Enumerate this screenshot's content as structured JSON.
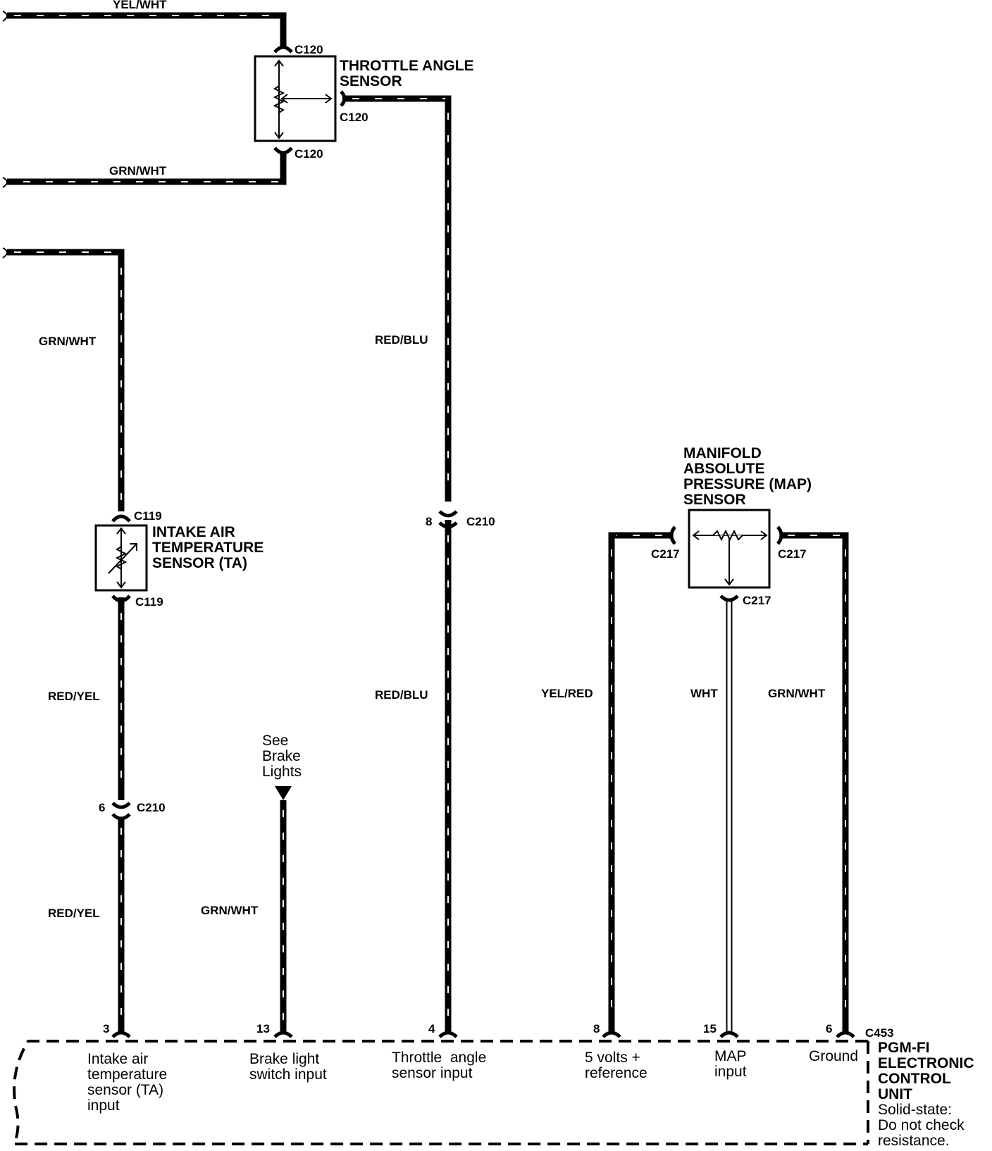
{
  "wire_colors": {
    "yel_wht": "YEL/WHT",
    "grn_wht": "GRN/WHT",
    "red_blu": "RED/BLU",
    "red_yel": "RED/YEL",
    "yel_red": "YEL/RED",
    "wht": "WHT"
  },
  "connectors": {
    "c120": "C120",
    "c119": "C119",
    "c210": "C210",
    "c217": "C217",
    "c453": "C453"
  },
  "components": {
    "throttle_sensor": [
      "THROTTLE ANGLE",
      "SENSOR"
    ],
    "intake_sensor": [
      "INTAKE AIR",
      "TEMPERATURE",
      "SENSOR (TA)"
    ],
    "map_sensor": [
      "MANIFOLD",
      "ABSOLUTE",
      "PRESSURE (MAP)",
      "SENSOR"
    ]
  },
  "brake_ref": [
    "See",
    "Brake",
    "Lights"
  ],
  "pins": {
    "intake": "3",
    "brake": "13",
    "throttle": "4",
    "ref": "8",
    "map": "15",
    "ground": "6",
    "c210_left": "6",
    "c210_right": "8"
  },
  "ecu": {
    "inputs": {
      "intake": [
        "Intake air",
        "temperature",
        "sensor (TA)",
        "input"
      ],
      "brake": [
        "Brake light",
        "switch input"
      ],
      "throttle": [
        "Throttle  angle",
        "sensor input"
      ],
      "ref": [
        "5 volts +",
        "reference"
      ],
      "map": [
        "MAP",
        "input"
      ],
      "ground": [
        "Ground"
      ]
    },
    "name": [
      "PGM-FI",
      "ELECTRONIC",
      "CONTROL",
      "UNIT"
    ],
    "note": [
      "Solid-state:",
      "Do not check",
      "resistance."
    ]
  }
}
